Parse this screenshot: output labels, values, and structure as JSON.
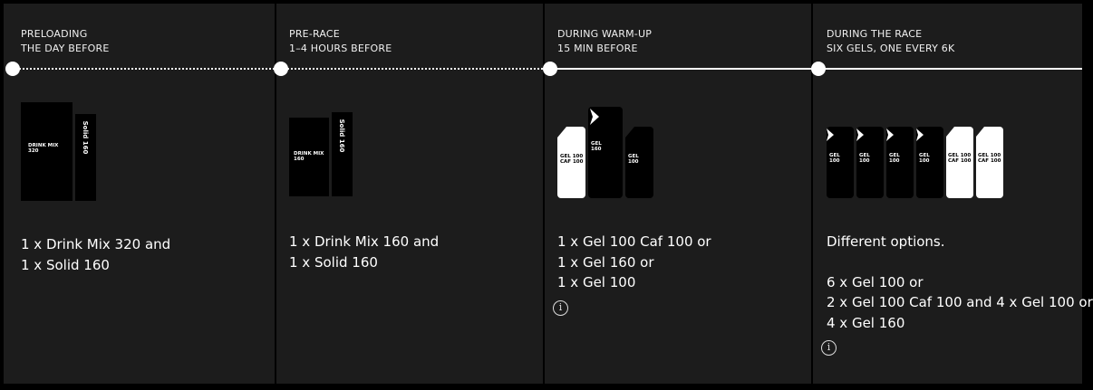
{
  "phases": [
    {
      "title_line1": "PRELOADING",
      "title_line2": "THE DAY BEFORE",
      "products": {
        "drink_mix": "DRINK MIX\n320",
        "solid": "Solid 160"
      },
      "desc": [
        "1 x Drink Mix 320 and",
        "1 x Solid 160"
      ]
    },
    {
      "title_line1": "PRE-RACE",
      "title_line2": "1–4 HOURS BEFORE",
      "products": {
        "drink_mix": "DRINK MIX\n160",
        "solid": "Solid 160"
      },
      "desc": [
        "1 x Drink Mix 160 and",
        "1 x Solid 160"
      ]
    },
    {
      "title_line1": "DURING WARM-UP",
      "title_line2": "15 MIN BEFORE",
      "products": {
        "gel_caf": "GEL 100\nCAF 100",
        "gel_160": "GEL\n160",
        "gel_100": "GEL\n100"
      },
      "desc": [
        "1 x Gel 100 Caf 100 or",
        "1 x Gel 160 or",
        "1 x Gel 100"
      ],
      "info_icon": "i"
    },
    {
      "title_line1": "DURING THE RACE",
      "title_line2": "SIX GELS, ONE EVERY 6K",
      "products": {
        "gel_100": "GEL\n100",
        "gel_caf": "GEL 100\nCAF 100"
      },
      "desc_intro": "Different options.",
      "desc": [
        "6 x Gel 100 or",
        "2 x Gel 100 Caf 100 and 4 x Gel 100 or",
        "4 x Gel 160"
      ],
      "info_icon": "i"
    }
  ],
  "colors": {
    "background": "#000000",
    "panel": "#1c1c1c",
    "accent": "#ffffff"
  }
}
